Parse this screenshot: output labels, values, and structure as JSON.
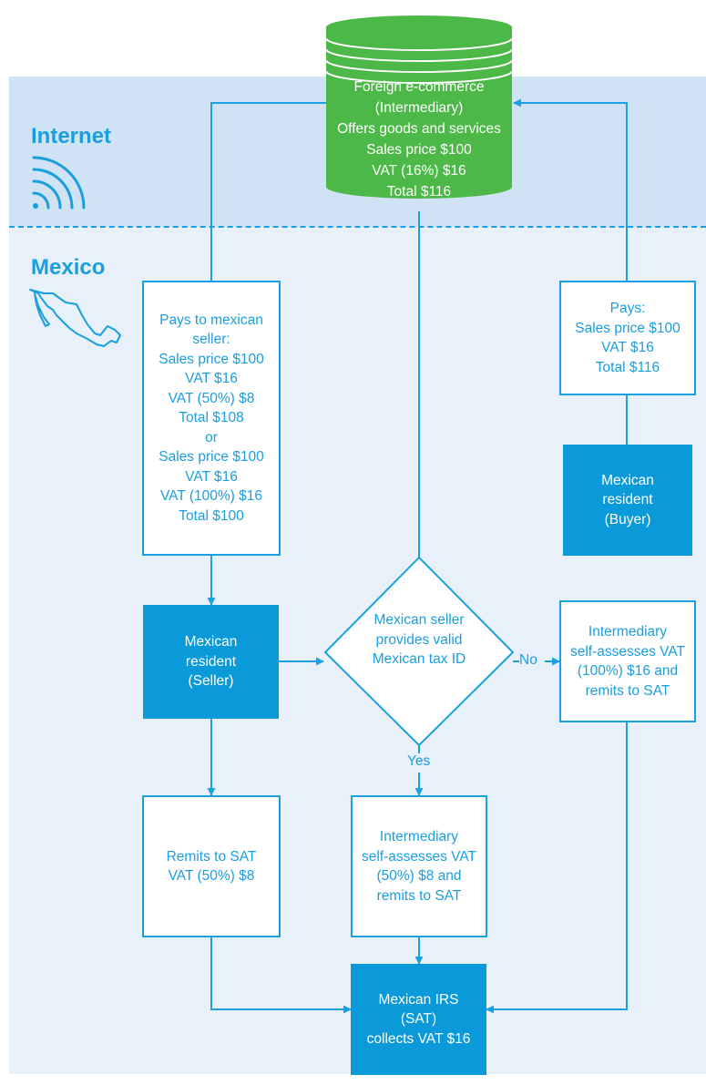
{
  "zones": {
    "internet": {
      "label": "Internet",
      "icon": "wifi-icon"
    },
    "mexico": {
      "label": "Mexico",
      "icon": "mexico-map-icon"
    }
  },
  "colors": {
    "accent": "#1aa0e0",
    "box_fill": "#0b9ad9",
    "db_fill": "#4cb848",
    "internet_bg": "#cfe3f4",
    "mexico_bg": "#e8f1fa"
  },
  "nodes": {
    "intermediary": {
      "lines": [
        "Foreign e-commerce",
        "(Intermediary)",
        "Offers goods and services",
        "Sales price $100",
        "VAT (16%) $16",
        "Total $116"
      ]
    },
    "pays_seller": {
      "lines": [
        "Pays to mexican",
        "seller:",
        "Sales price $100",
        "VAT $16",
        "VAT (50%) $8",
        "Total $108",
        "or",
        "Sales price $100",
        "VAT $16",
        "VAT (100%) $16",
        "Total $100"
      ]
    },
    "buyer_pays": {
      "lines": [
        "Pays:",
        "Sales price $100",
        "VAT $16",
        "Total $116"
      ]
    },
    "buyer": {
      "lines": [
        "Mexican",
        "resident",
        "(Buyer)"
      ]
    },
    "seller": {
      "lines": [
        "Mexican",
        "resident",
        "(Seller)"
      ]
    },
    "decision": {
      "lines": [
        "Mexican seller",
        "provides valid",
        "Mexican tax ID"
      ]
    },
    "self_assess_100": {
      "lines": [
        "Intermediary",
        "self-assesses VAT",
        "(100%) $16 and",
        "remits to SAT"
      ]
    },
    "remit_50": {
      "lines": [
        "Remits to SAT",
        "VAT (50%) $8"
      ]
    },
    "self_assess_50": {
      "lines": [
        "Intermediary",
        "self-assesses VAT",
        "(50%) $8 and",
        "remits to SAT"
      ]
    },
    "sat": {
      "lines": [
        "Mexican IRS",
        "(SAT)",
        "collects VAT $16"
      ]
    }
  },
  "edge_labels": {
    "no": "No",
    "yes": "Yes"
  }
}
